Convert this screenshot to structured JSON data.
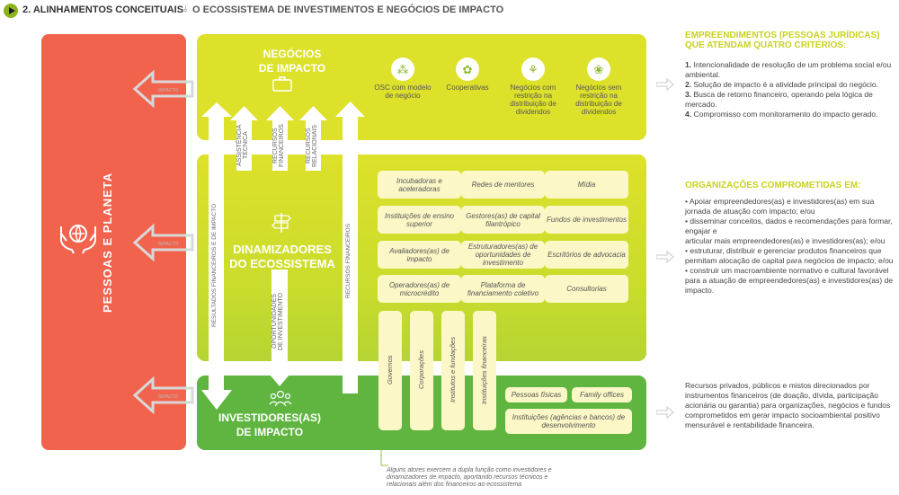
{
  "header": {
    "section": "2. ALINHAMENTOS CONCEITUAIS",
    "title": "O ECOSSISTEMA DE INVESTIMENTOS E NEGÓCIOS DE IMPACTO"
  },
  "left_panel": {
    "label": "PESSOAS E PLANETA",
    "icon": "hands-globe-icon",
    "color": "#f2634e"
  },
  "gray_arrow_label": "IMPACTO",
  "negocios": {
    "title": "NEGÓCIOS\nDE IMPACTO",
    "types": [
      {
        "label": "OSC com modelo de negócio",
        "icon": "arrows-icon"
      },
      {
        "label": "Cooperativas",
        "icon": "cooperative-icon"
      },
      {
        "label": "Negócios com restrição na distribuição de dividendos",
        "icon": "restricted-dividends-icon"
      },
      {
        "label": "Negócios sem restrição na distribuição de dividendos",
        "icon": "dividends-icon"
      }
    ]
  },
  "flows": {
    "assistencia": "ASSISTÊNCIA\nTÉCNICA",
    "recursos_financeiros_short": "RECURSOS\nFINANCEIROS",
    "recursos_relacionais": "RECURSOS\nRELACIONAIS",
    "resultados": "RESULTADOS FINANCEIROS E DE IMPACTO",
    "oportunidades": "OPORTUNIDADES\nDE INVESTIMENTO",
    "recursos_financeiros_long": "RECURSOS FINANCEIROS"
  },
  "dinamizadores": {
    "title": "DINAMIZADORES\nDO ECOSSISTEMA",
    "grid": [
      "Incubadoras e aceleradoras",
      "Redes de mentores",
      "Mídia",
      "Instituições de ensino superior",
      "Gestores(as) de capital filantrópico",
      "Fundos de investimentos",
      "Avaliadores(as) de impacto",
      "Estruturadores(as) de oportunidades de investimento",
      "Escritórios de advocacia",
      "Operadores(as) de microcrédito",
      "Plataforma de financiamento coletivo",
      "Consultorias"
    ],
    "columns": [
      "Governos",
      "Corporações",
      "Institutos e fundações",
      "Instituições financeiras"
    ]
  },
  "investidores": {
    "title": "INVESTIDORES(AS)\nDE IMPACTO",
    "items": [
      "Pessoas físicas",
      "Family offices",
      "Instituições (agências e bancos) de desenvolvimento"
    ]
  },
  "right": {
    "title1": "EMPREENDIMENTOS (PESSOAS JURÍDICAS)\nQUE ATENDAM QUATRO CRITÉRIOS:",
    "criteria": [
      {
        "num": "1.",
        "text": "Intencionalidade de resolução de um problema social e/ou ambiental."
      },
      {
        "num": "2.",
        "text": "Solução de impacto é a atividade principal do negócio."
      },
      {
        "num": "3.",
        "text": "Busca de retorno financeiro, operando pela lógica de mercado."
      },
      {
        "num": "4.",
        "text": "Compromisso com monitoramento do impacto gerado."
      }
    ],
    "title2": "ORGANIZAÇÕES COMPROMETIDAS EM:",
    "commitments": [
      "• Apoiar empreendedores(as) e investidores(as) em sua jornada de atuação com impacto; e/ou",
      "• disseminar conceitos, dados e recomendações para formar, engajar e",
      "articular mais empreendedores(as) e investidores(as); e/ou",
      "• estruturar, distribuir e gerenciar produtos financeiros que permitam alocação de capital para negócios de impacto; e/ou",
      "• construir um macroambiente normativo e cultural favorável para a atuação de empreendedores(as) e investidores(as) de impacto."
    ],
    "investor_text": "Recursos privados, públicos e mistos direcionados por instrumentos financeiros (de doação, dívida, participação acionária ou garantia) para organizações, negócios e fundos comprometidos em gerar impacto socioambiental positivo mensurável e rentabilidade financeira."
  },
  "footnote": "Alguns atores exercem a dupla função como investidores e dinamizadores de impacto, aportando recursos técnicos e relacionais além dos financeiros ao ecossistema",
  "colors": {
    "yellow": "#dde12a",
    "green": "#5fb540",
    "coral": "#f2634e",
    "accent_title": "#c8d21c"
  }
}
